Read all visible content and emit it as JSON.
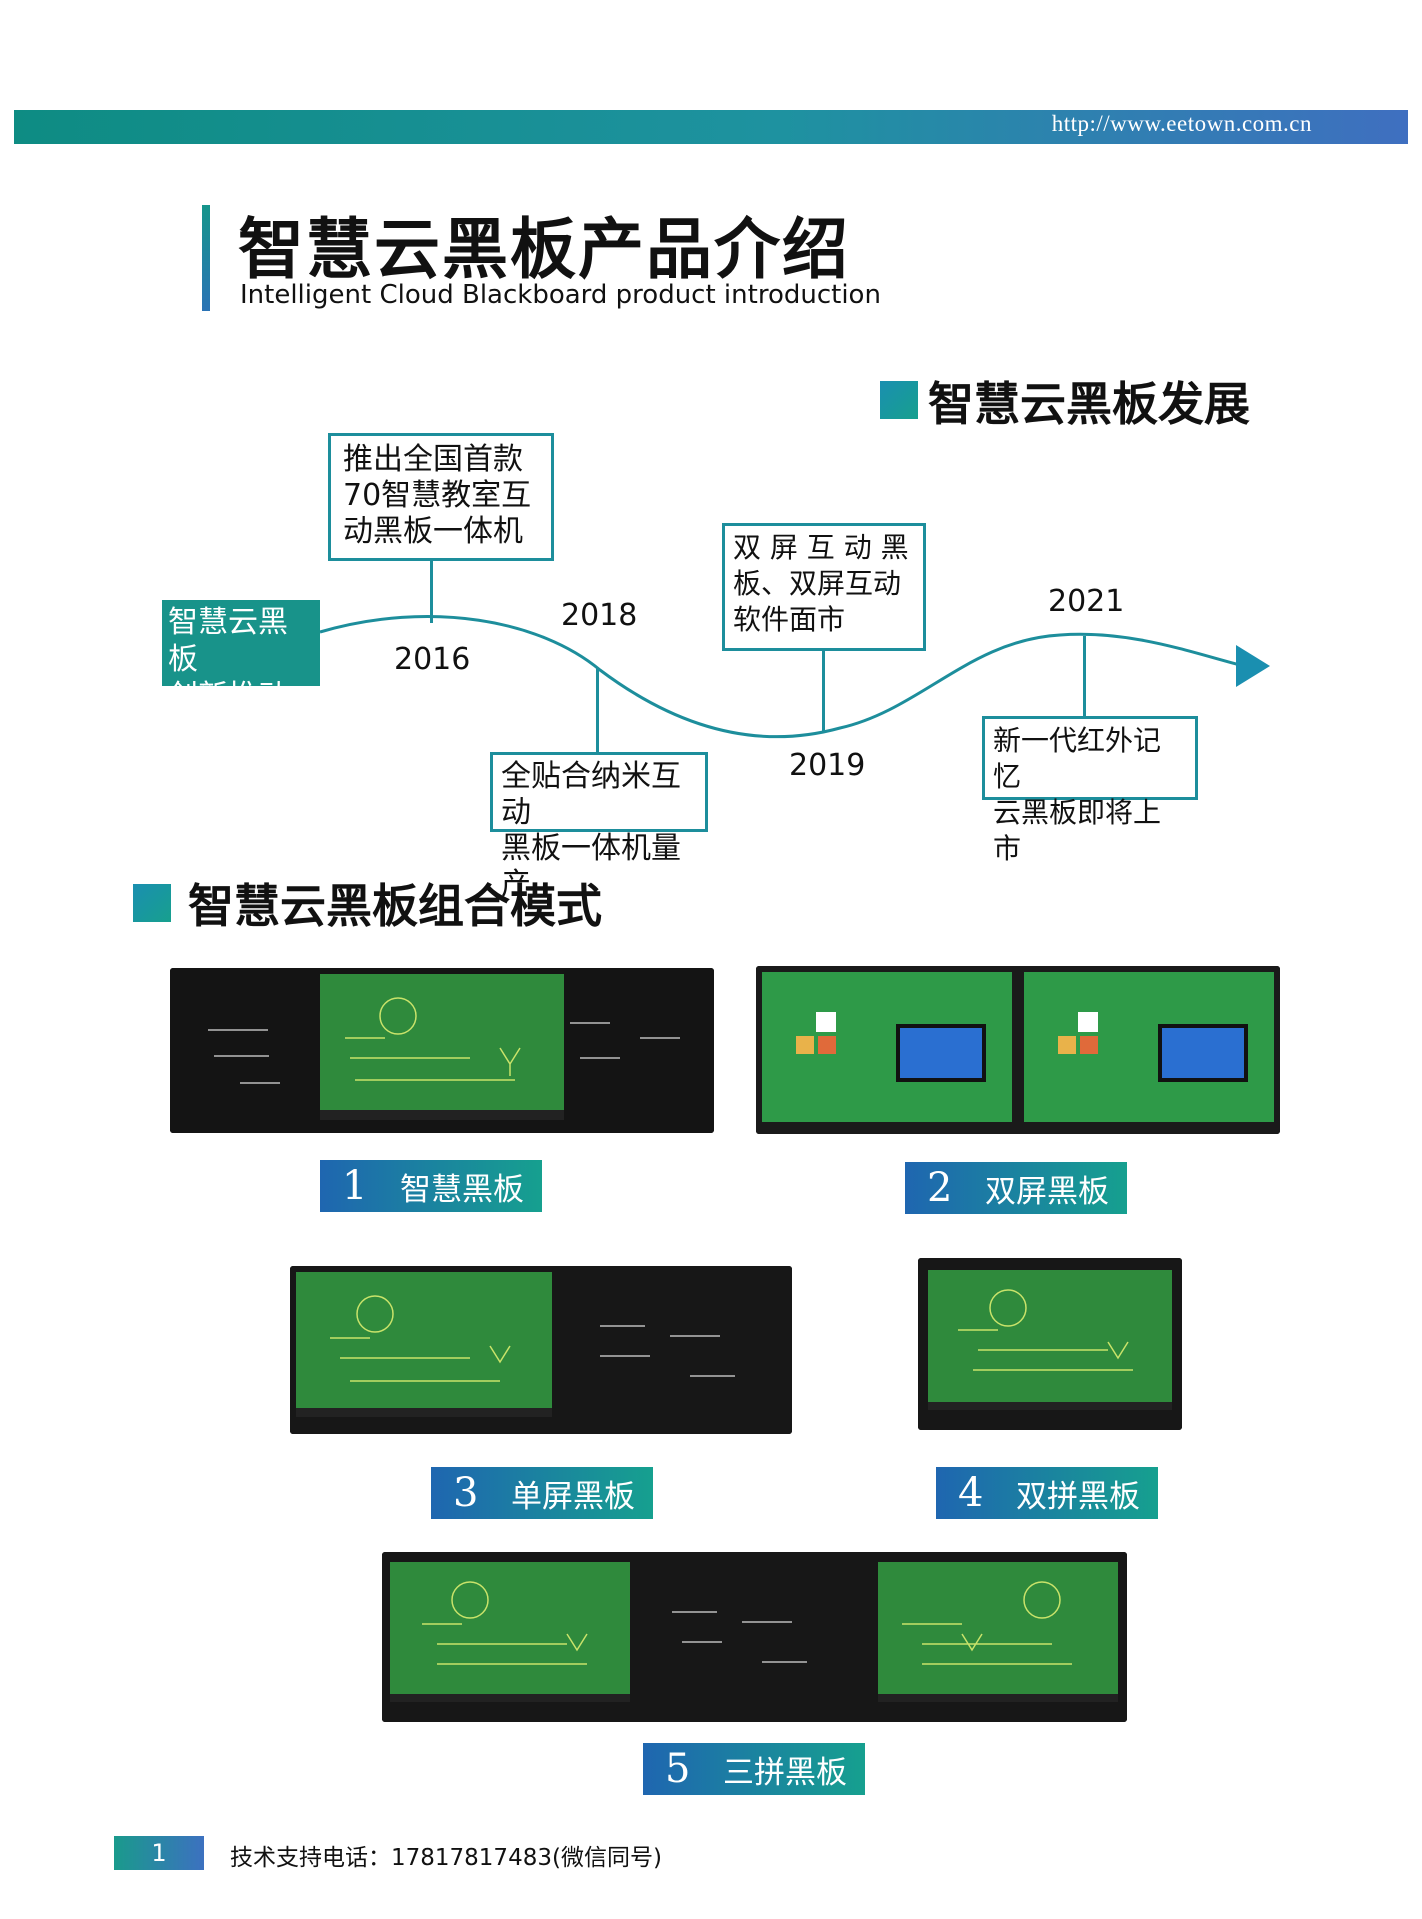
{
  "header": {
    "url": "http://www.eetown.com.cn"
  },
  "title": {
    "cn": "智慧云黑板产品介绍",
    "en": "Intelligent Cloud Blackboard product introduction"
  },
  "development": {
    "heading": "智慧云黑板发展",
    "lead_line1": "智慧云黑板",
    "lead_line2": "创新推动者",
    "milestones": [
      {
        "year": "2016",
        "line1": "推出全国首款",
        "line2": "70智慧教室互",
        "line3": "动黑板一体机"
      },
      {
        "year": "2018",
        "line1": "全贴合纳米互动",
        "line2": "黑板一体机量产"
      },
      {
        "year": "2019",
        "line1": "双 屏 互 动 黑",
        "line2": "板、双屏互动",
        "line3": "软件面市"
      },
      {
        "year": "2021",
        "line1": "新一代红外记忆",
        "line2": "云黑板即将上市"
      }
    ]
  },
  "modes": {
    "heading": "智慧云黑板组合模式",
    "items": [
      {
        "num": "1",
        "label": "智慧黑板"
      },
      {
        "num": "2",
        "label": "双屏黑板"
      },
      {
        "num": "3",
        "label": "单屏黑板"
      },
      {
        "num": "4",
        "label": "双拼黑板"
      },
      {
        "num": "5",
        "label": "三拼黑板"
      }
    ]
  },
  "footer": {
    "page": "1",
    "support": "技术支持电话：17817817483(微信同号)"
  }
}
